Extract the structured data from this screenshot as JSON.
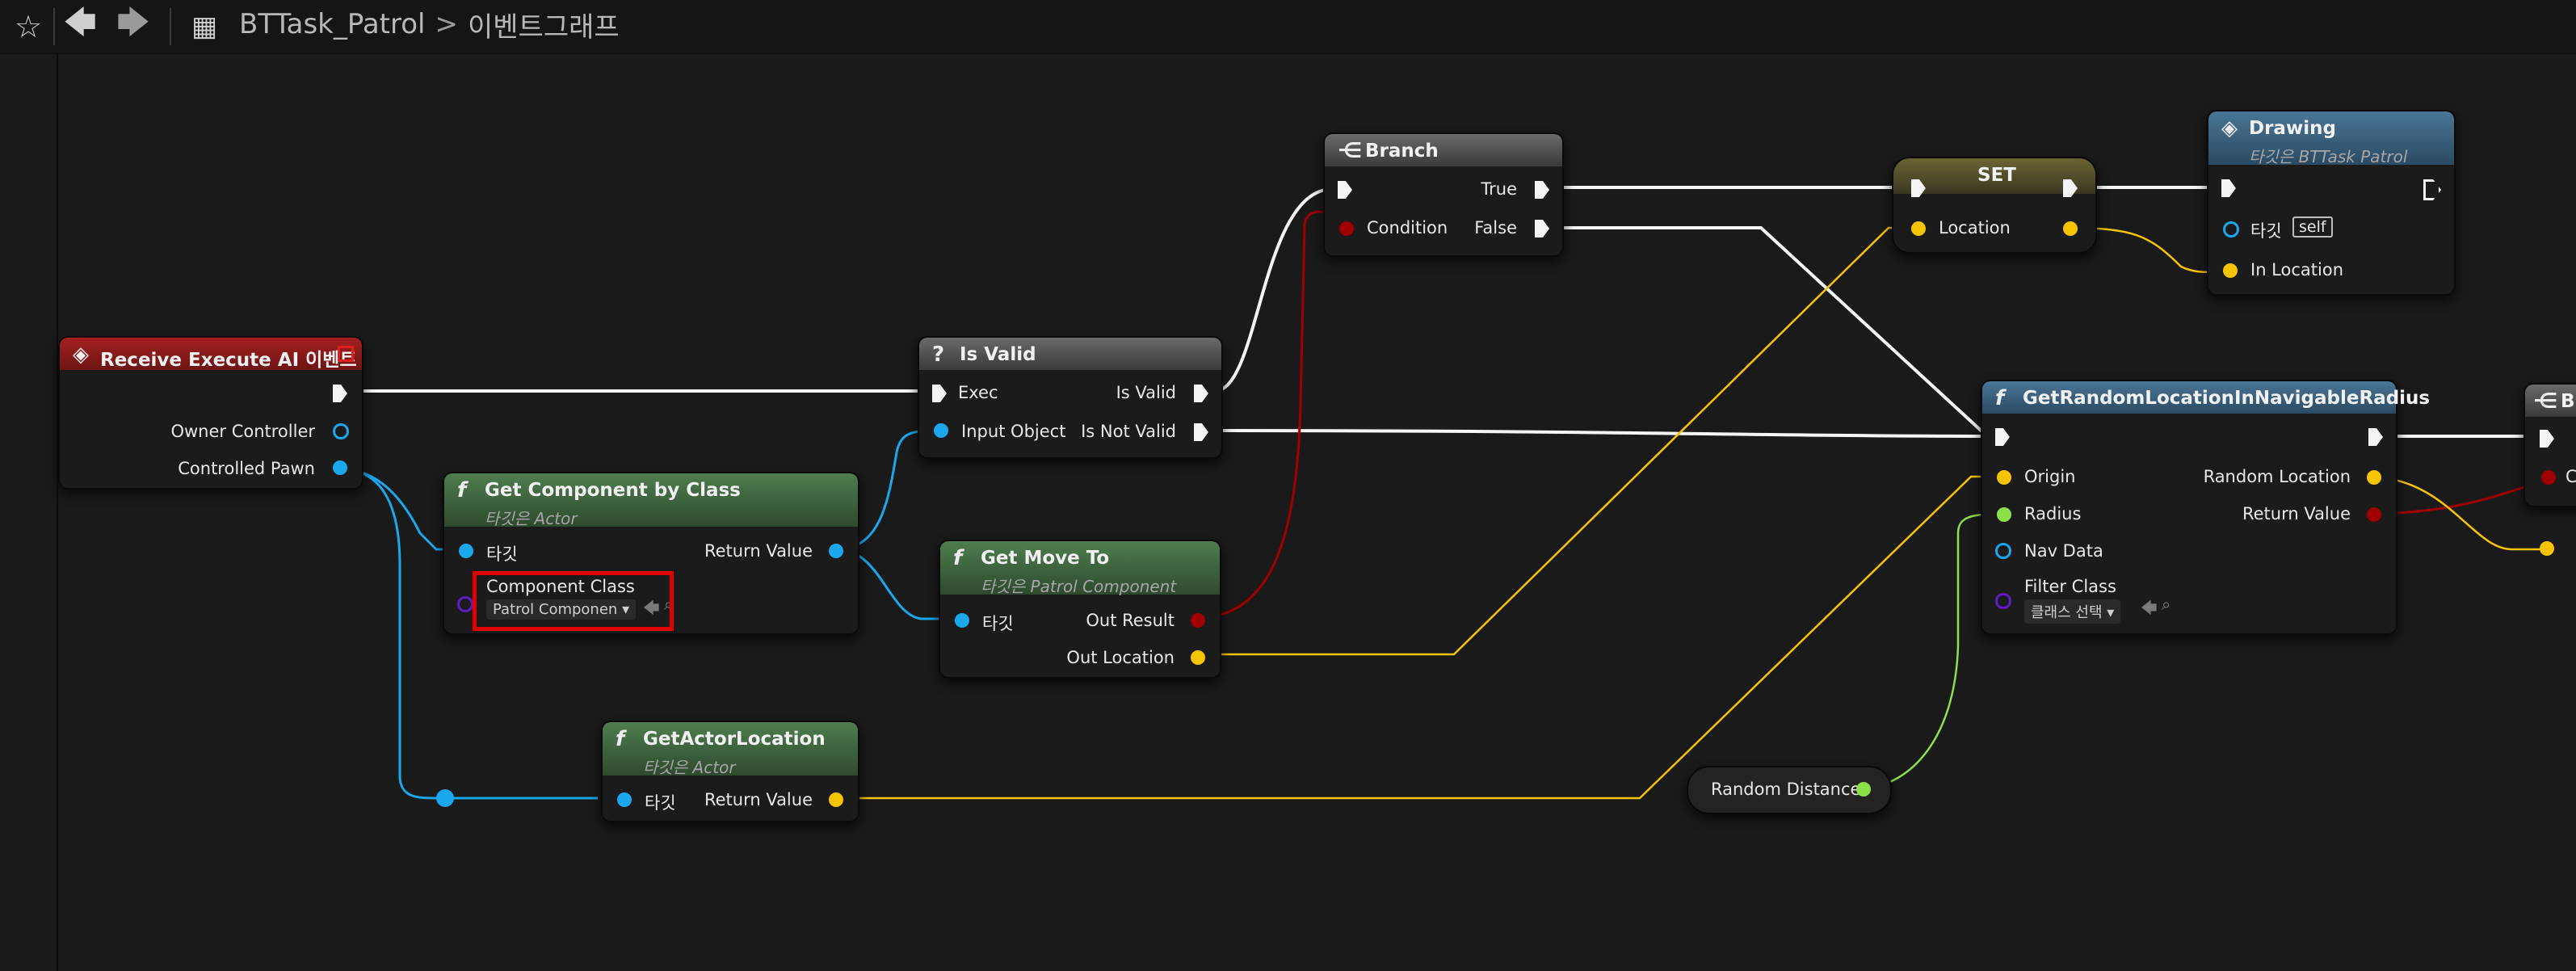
{
  "topbar": {
    "star_icon": "star-icon",
    "back_icon": "arrow-left-icon",
    "forward_icon": "arrow-right-icon",
    "blueprint_icon": "blueprint-icon",
    "breadcrumb_parent": "BTTask_Patrol",
    "breadcrumb_sep": ">",
    "breadcrumb_current": "이벤트그래프"
  },
  "nodes": {
    "receive": {
      "title": "Receive Execute AI 이벤트",
      "owner": "Owner Controller",
      "pawn": "Controlled Pawn"
    },
    "get_component": {
      "title": "Get Component by Class",
      "subtitle": "타깃은 Actor",
      "target": "타깃",
      "return": "Return Value",
      "class_label": "Component Class",
      "class_value": "Patrol Componen"
    },
    "get_actor_location": {
      "title": "GetActorLocation",
      "subtitle": "타깃은 Actor",
      "target": "타깃",
      "return": "Return Value"
    },
    "is_valid": {
      "title": "Is Valid",
      "exec": "Exec",
      "is_valid": "Is Valid",
      "input": "Input Object",
      "not_valid": "Is Not Valid"
    },
    "get_move_to": {
      "title": "Get Move To",
      "subtitle": "타깃은 Patrol Component",
      "target": "타깃",
      "out_result": "Out Result",
      "out_location": "Out Location"
    },
    "branch": {
      "title": "Branch",
      "true_label": "True",
      "condition": "Condition",
      "false_label": "False"
    },
    "set": {
      "title": "SET",
      "location": "Location"
    },
    "drawing": {
      "title": "Drawing",
      "subtitle": "타깃은 BTTask Patrol",
      "target": "타깃",
      "self": "self",
      "in_location": "In Location"
    },
    "random_nav": {
      "title": "GetRandomLocationInNavigableRadius",
      "origin": "Origin",
      "random_location": "Random Location",
      "radius": "Radius",
      "return": "Return Value",
      "nav_data": "Nav Data",
      "filter_class": "Filter Class",
      "filter_value": "클래스 선택"
    },
    "random_distance": {
      "title": "Random Distance"
    },
    "partial": {
      "title": "B",
      "pin": "C"
    }
  },
  "colors": {
    "exec": "#f4f4f4",
    "object": "#1aa7ec",
    "vector": "#f7c400",
    "float": "#8ce04a",
    "bool": "#a00000",
    "class": "#5b1dc4",
    "event_header": "#8f1a1a",
    "function_header": "#3f6a3f",
    "pure_header": "#2d5a7a",
    "macro_header": "#5a5a5a"
  }
}
